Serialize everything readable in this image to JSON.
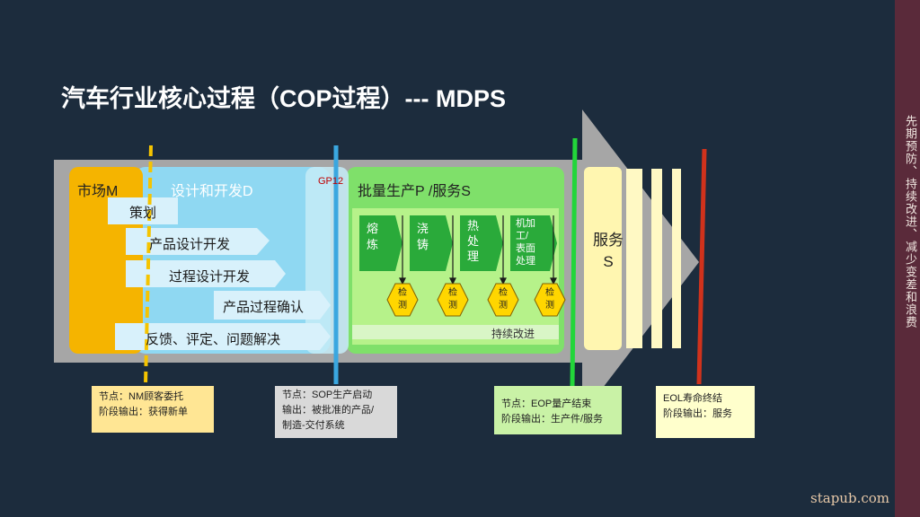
{
  "title": "汽车行业核心过程（COP过程）--- MDPS",
  "sidebar_text": "先期预防、持续改进、减少变差和浪费",
  "watermark": "stapub.com",
  "phases": {
    "market": "市场M",
    "design": "设计和开发D",
    "gp12": "GP12",
    "production": "批量生产P /服务S",
    "service": "服务\nS"
  },
  "design_steps": [
    "策划",
    "产品设计开发",
    "过程设计开发",
    "产品过程确认",
    "反馈、评定、问题解决"
  ],
  "process_steps": [
    "熔\n炼",
    "浇\n铸",
    "热\n处\n理",
    "机加\n工/\n表面\n处理"
  ],
  "check_label": "检\n测",
  "continuous_improvement": "持续改进",
  "nodes": [
    {
      "line1": "节点：NM顾客委托",
      "line2": "阶段输出：获得新单"
    },
    {
      "line1": "节点：SOP生产启动",
      "line2": "输出：被批准的产品/",
      "line3": "制造-交付系统"
    },
    {
      "line1": "节点：EOP量产结束",
      "line2": "阶段输出：生产件/服务"
    },
    {
      "line1": "EOL寿命终结",
      "line2": "阶段输出：服务"
    }
  ],
  "colors": {
    "market": "#f5b400",
    "design": "#5fc3e8",
    "production": "#66e05a",
    "service": "#fff6b0",
    "arrow": "#a8a8a8",
    "node_market_bg": "#ffe694",
    "node_sop_bg": "#d9d9d9",
    "node_eop_bg": "#c9f2a6",
    "node_eol_bg": "#ffffcc"
  }
}
